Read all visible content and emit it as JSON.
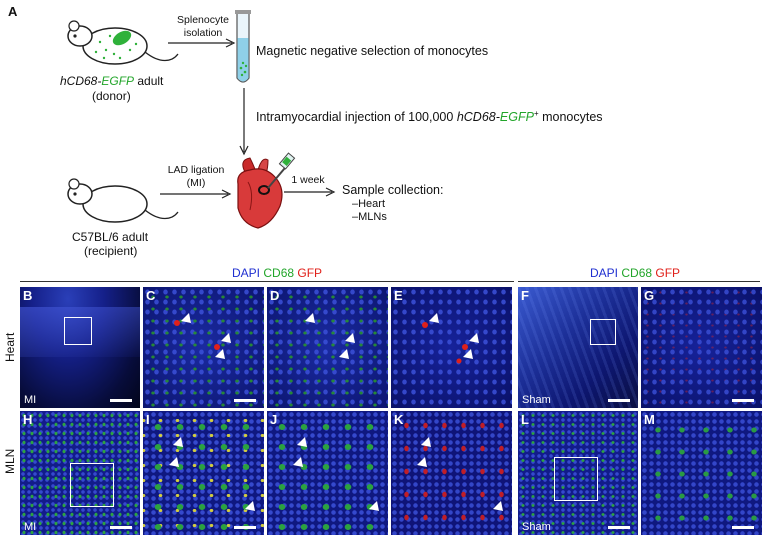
{
  "panel_a": {
    "label": "A",
    "donor_label_line1_a": "hCD68-",
    "donor_label_line1_b": "EGFP",
    "donor_label_line1_c": " adult",
    "donor_label_line2": "(donor)",
    "splenocyte_line1": "Splenocyte",
    "splenocyte_line2": "isolation",
    "magnetic_text": "Magnetic negative selection of monocytes",
    "injection_a": "Intramyocardial injection of 100,000 ",
    "injection_b": "hCD68-",
    "injection_c": "EGFP",
    "injection_sup": "+",
    "injection_d": " monocytes",
    "lad_line1": "LAD ligation",
    "lad_line2": "(MI)",
    "one_week": "1 week",
    "sample_title": "Sample collection:",
    "sample_item1": "–Heart",
    "sample_item2": "–MLNs",
    "recipient_line1": "C57BL/6 adult",
    "recipient_line2": "(recipient)"
  },
  "stain_header": {
    "dapi": "DAPI",
    "cd68": "CD68",
    "gfp": "GFP"
  },
  "rows": {
    "heart": "Heart",
    "mln": "MLN"
  },
  "panels": {
    "B": "B",
    "C": "C",
    "D": "D",
    "E": "E",
    "F": "F",
    "G": "G",
    "H": "H",
    "I": "I",
    "J": "J",
    "K": "K",
    "L": "L",
    "M": "M"
  },
  "conditions": {
    "mi": "MI",
    "sham": "Sham"
  },
  "colors": {
    "dapi": "#1f2fd0",
    "cd68": "#22a52a",
    "gfp": "#e0201a"
  }
}
